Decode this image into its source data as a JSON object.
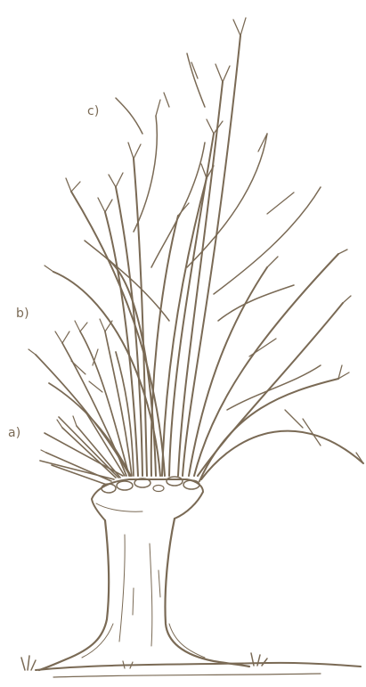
{
  "labels": {
    "a": "a)",
    "b": "b)",
    "c": "c)"
  },
  "colors": {
    "ink": "#7a6a55",
    "background": "#ffffff"
  }
}
